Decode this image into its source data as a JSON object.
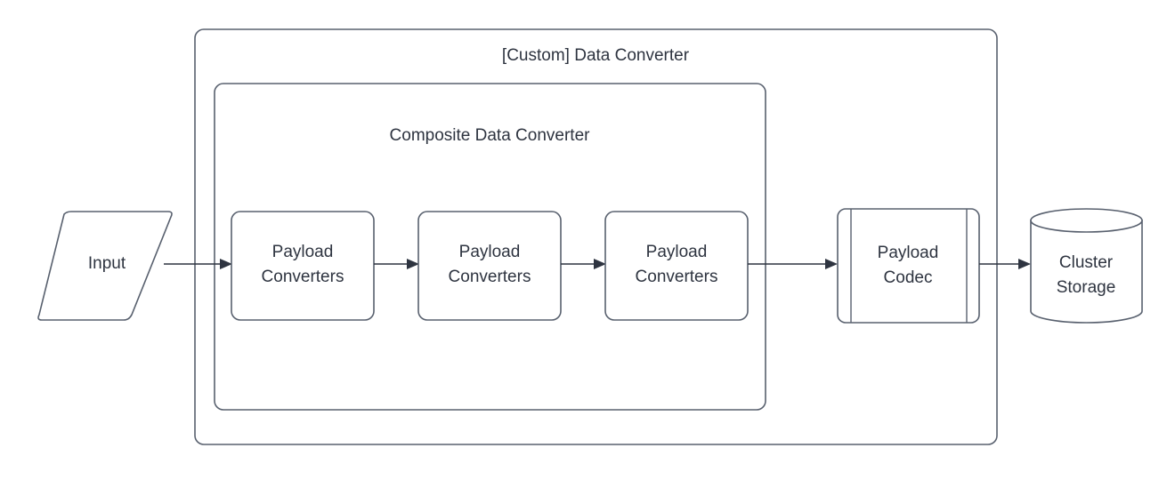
{
  "diagram": {
    "title": "[Custom] Data Converter",
    "background_color": "#ffffff",
    "stroke_color": "#58606e",
    "text_color": "#2e3440",
    "connector_color": "#2e3440",
    "containers": [
      {
        "id": "custom-data-converter",
        "label": "[Custom] Data Converter",
        "shape": "rounded-rectangle"
      },
      {
        "id": "composite-data-converter",
        "label": "Composite Data Converter",
        "shape": "rounded-rectangle"
      }
    ],
    "nodes": [
      {
        "id": "input",
        "label": "Input",
        "shape": "parallelogram"
      },
      {
        "id": "payload-converters-1",
        "label_line_1": "Payload",
        "label_line_2": "Converters",
        "shape": "rounded-rectangle"
      },
      {
        "id": "payload-converters-2",
        "label_line_1": "Payload",
        "label_line_2": "Converters",
        "shape": "rounded-rectangle"
      },
      {
        "id": "payload-converters-3",
        "label_line_1": "Payload",
        "label_line_2": "Converters",
        "shape": "rounded-rectangle"
      },
      {
        "id": "payload-codec",
        "label_line_1": "Payload",
        "label_line_2": "Codec",
        "shape": "process"
      },
      {
        "id": "cluster-storage",
        "label_line_1": "Cluster",
        "label_line_2": "Storage",
        "shape": "cylinder"
      }
    ],
    "connectors": [
      {
        "id": "input-to-converter-1",
        "from": "input",
        "to": "payload-converters-1",
        "arrow": "single"
      },
      {
        "id": "converter-1-to-converter-2",
        "from": "payload-converters-1",
        "to": "payload-converters-2",
        "arrow": "single"
      },
      {
        "id": "converter-2-to-converter-3",
        "from": "payload-converters-2",
        "to": "payload-converters-3",
        "arrow": "single"
      },
      {
        "id": "converter-3-to-codec",
        "from": "payload-converters-3",
        "to": "payload-codec",
        "arrow": "single"
      },
      {
        "id": "codec-to-storage",
        "from": "payload-codec",
        "to": "cluster-storage",
        "arrow": "single"
      }
    ]
  }
}
